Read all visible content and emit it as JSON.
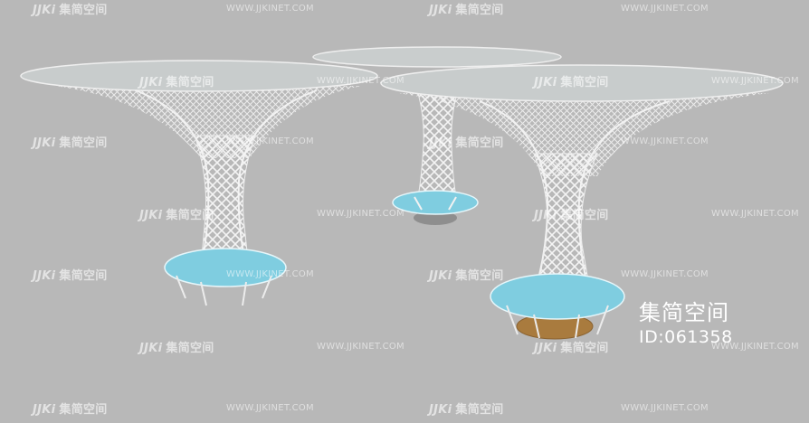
{
  "watermark": {
    "logo_latin": "JJKi",
    "logo_cjk": "集简空间",
    "url": "WWW.JJKINET.COM"
  },
  "brand": {
    "name": "集简空间",
    "id": "ID:061358"
  },
  "colors": {
    "background": "#b8b8b8",
    "frame": "#f2f2f2",
    "glass_top": "#cfd3d3",
    "glass_ring": "#7fd0e0",
    "wood_base": "#a87a3c",
    "watermark": "#ffffff"
  }
}
